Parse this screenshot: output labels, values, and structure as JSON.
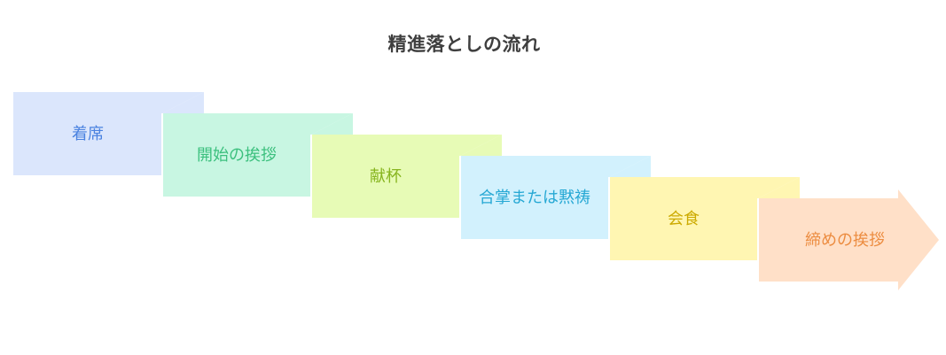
{
  "title": "精進落としの流れ",
  "steps": [
    {
      "label": "着席",
      "fill": "#dbe6fc",
      "text_color": "#4a82e0"
    },
    {
      "label": "開始の挨拶",
      "fill": "#c8f6e2",
      "text_color": "#3cc07e"
    },
    {
      "label": "献杯",
      "fill": "#e7fbb6",
      "text_color": "#87b51f"
    },
    {
      "label": "合掌または黙祷",
      "fill": "#d2f1fd",
      "text_color": "#26a8d4"
    },
    {
      "label": "会食",
      "fill": "#fff6b2",
      "text_color": "#ccaa00"
    },
    {
      "label": "締めの挨拶",
      "fill": "#ffe0c8",
      "text_color": "#ec8c40"
    }
  ]
}
